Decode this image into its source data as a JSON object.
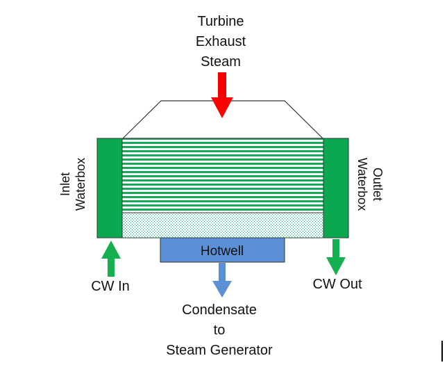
{
  "labels": {
    "steam_line1": "Turbine",
    "steam_line2": "Exhaust",
    "steam_line3": "Steam",
    "inlet_line1": "Inlet",
    "inlet_line2": "Waterbox",
    "outlet_line1": "Outlet",
    "outlet_line2": "Waterbox",
    "hotwell": "Hotwell",
    "cw_in": "CW In",
    "cw_out": "CW Out",
    "condensate_line1": "Condensate",
    "condensate_line2": "to",
    "condensate_line3": "Steam Generator"
  },
  "colors": {
    "waterbox_green": "#0aa84f",
    "tube_green": "#16a95a",
    "cw_arrow_green": "#14b050",
    "steam_arrow_red": "#ff0000",
    "hotwell_blue": "#5b8fd6",
    "condensate_arrow_blue": "#5b8fd6",
    "hood_outline": "#333333"
  },
  "icons": {
    "steam_inlet": "arrow-down-icon",
    "cw_inlet": "arrow-up-icon",
    "cw_outlet": "arrow-down-icon",
    "condensate_outlet": "arrow-down-icon"
  }
}
